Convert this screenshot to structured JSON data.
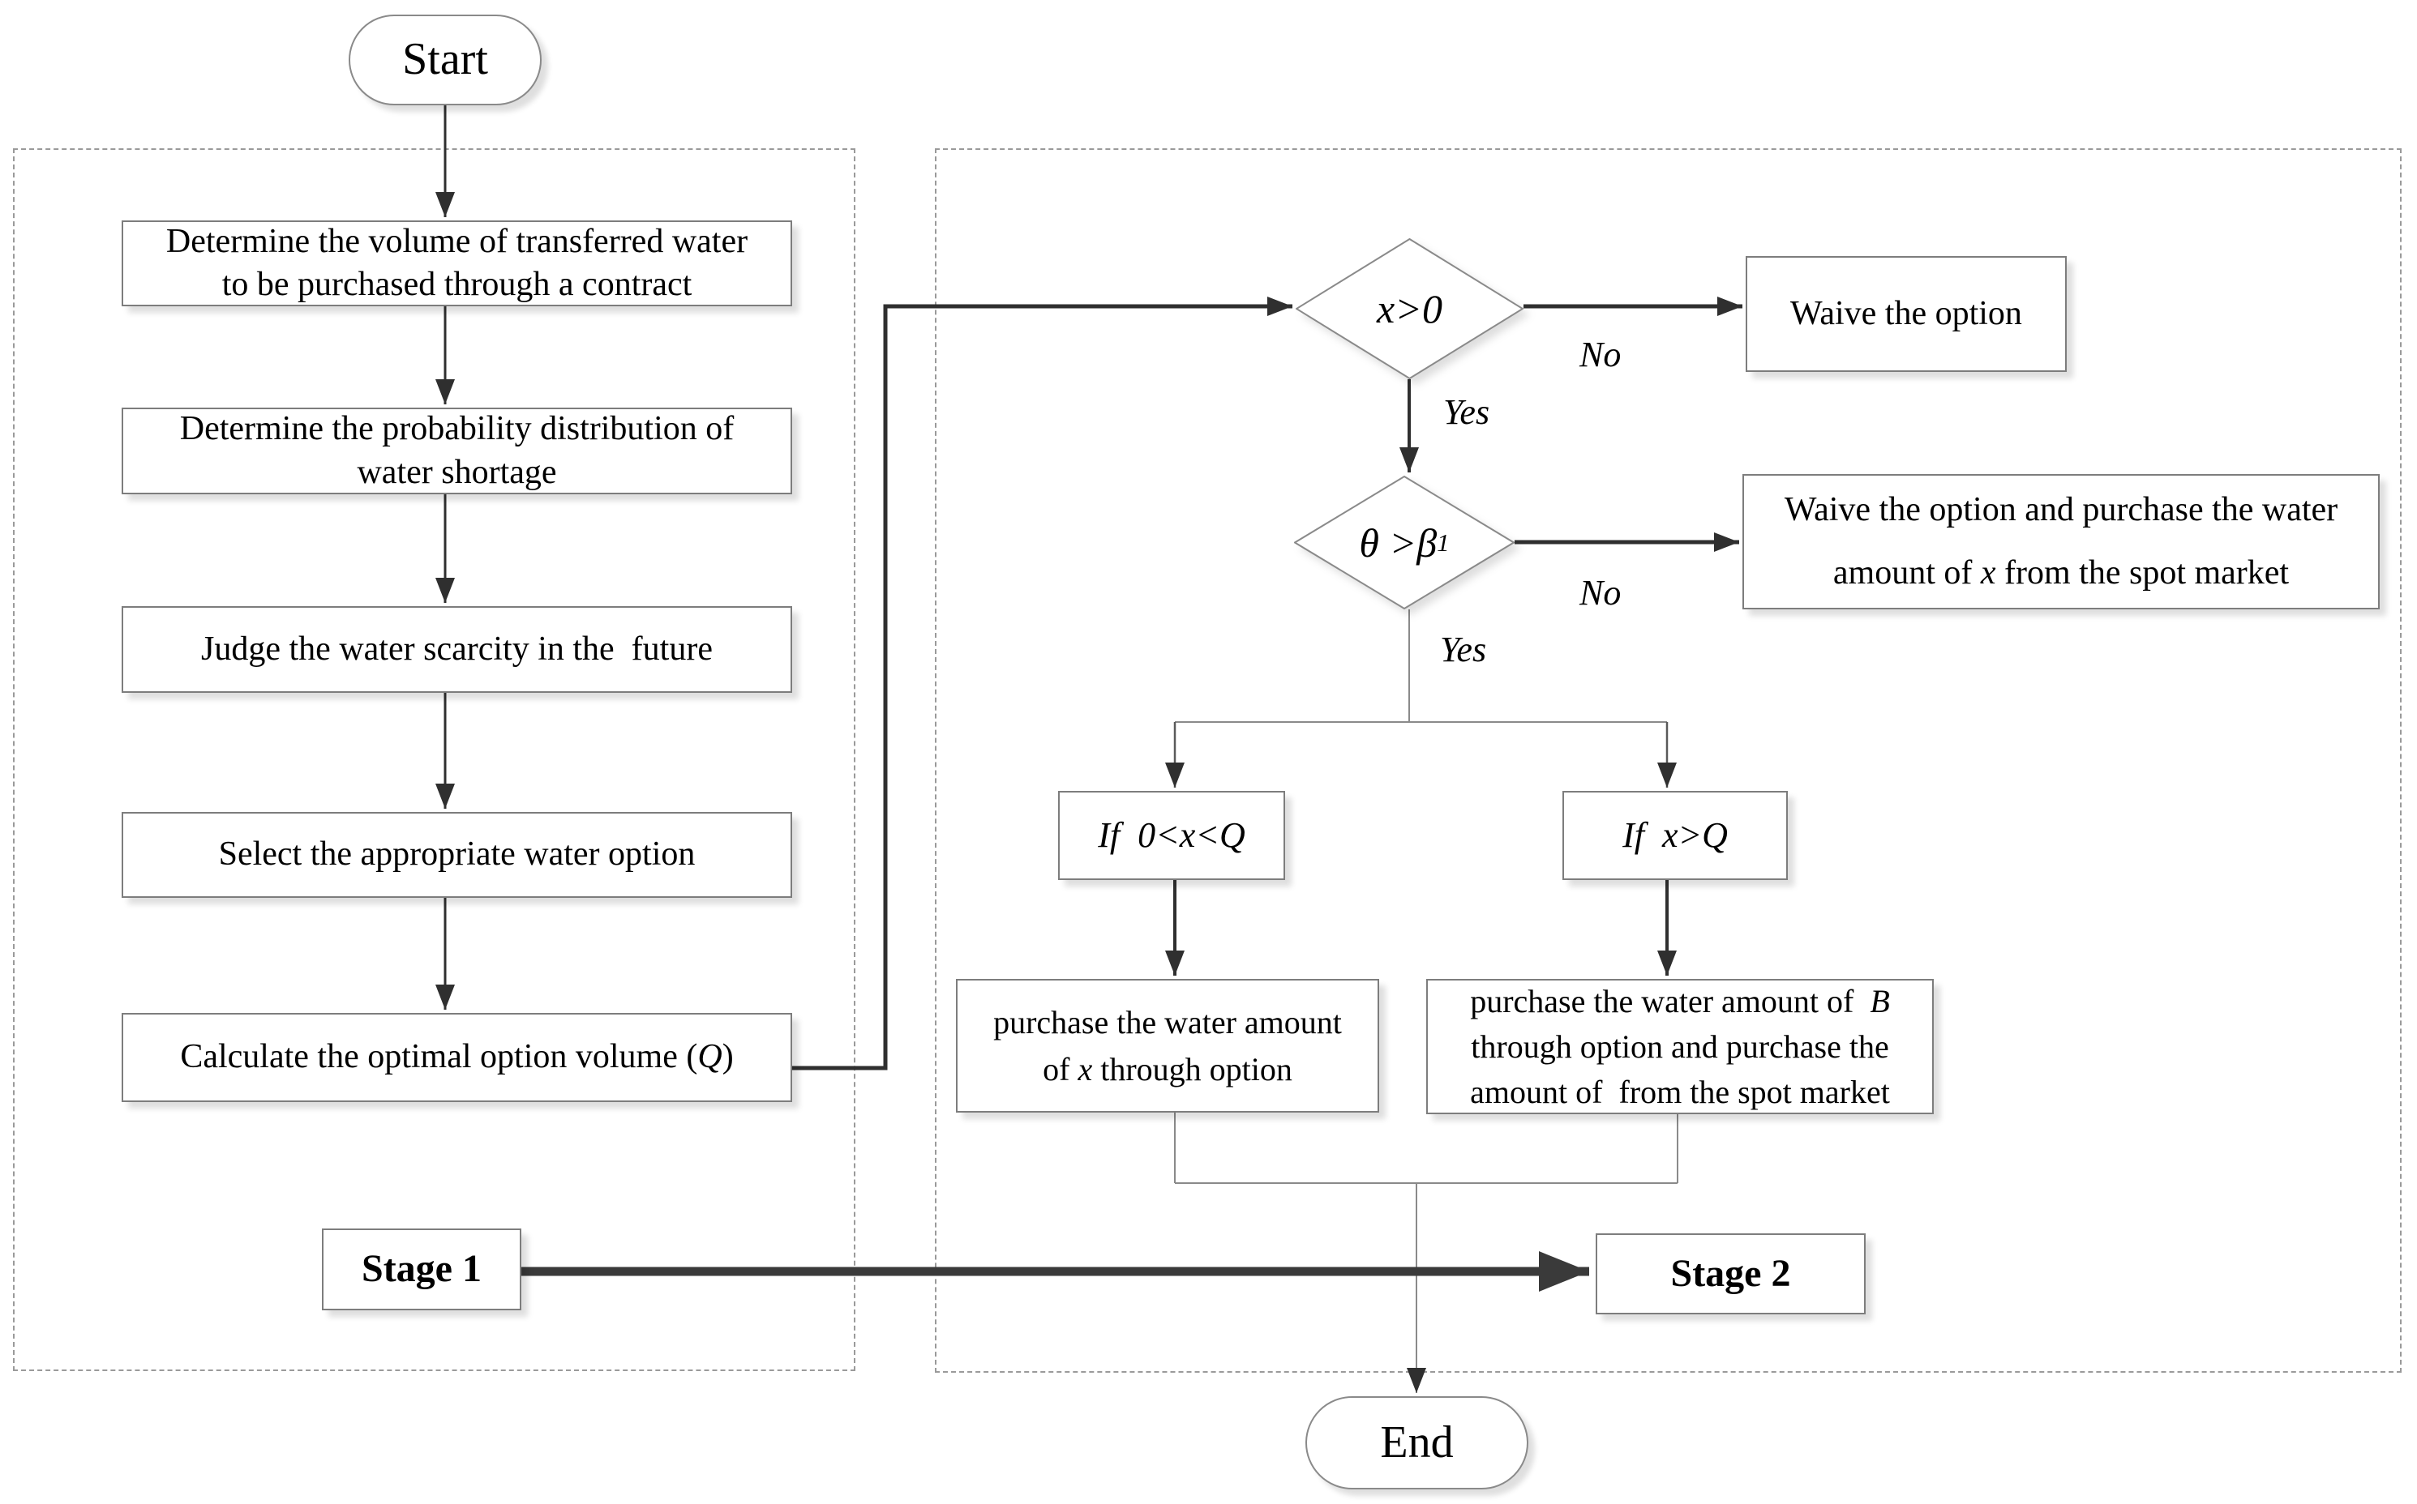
{
  "flow": {
    "terminals": {
      "start": "Start",
      "end": "End"
    },
    "stages": {
      "stage1": "Stage 1",
      "stage2": "Stage 2"
    },
    "steps": {
      "determine_volume": "Determine the volume of transferred water to be purchased through a contract",
      "determine_probability": "Determine the probability distribution of water shortage",
      "judge_scarcity": "Judge the water scarcity in the  future",
      "select_option": "Select the appropriate water option",
      "calc_pre": "Calculate the optimal option volume (",
      "calc_var": "Q",
      "calc_post": ")"
    },
    "decisions": {
      "d1": "x>0",
      "d2_base": "θ >β",
      "d2_sub": "1"
    },
    "branches": {
      "if_between": "If  0<x<Q",
      "if_greater": "If  x>Q"
    },
    "outcomes": {
      "waive": "Waive the option",
      "waive_spot_pre": "Waive the option and purchase the water amount of ",
      "waive_spot_var": "x",
      "waive_spot_post": " from the spot market",
      "purchase_x_pre": "purchase the water amount of ",
      "purchase_x_var": "x",
      "purchase_x_post": " through option",
      "purchase_b_pre": "purchase the water amount of  ",
      "purchase_b_var": "B",
      "purchase_b_post": " through option and purchase the amount of  from the spot market"
    },
    "edge_labels": {
      "yes1": "Yes",
      "no1": "No",
      "yes2": "Yes",
      "no2": "No"
    }
  }
}
